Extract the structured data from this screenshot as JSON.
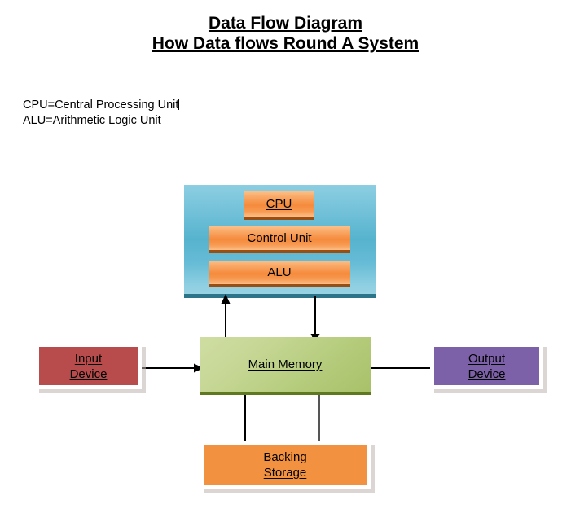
{
  "document": {
    "title_line1": "Data Flow Diagram",
    "title_line2": "How Data flows Round A System"
  },
  "legend": {
    "line1": "CPU=Central Processing Unit",
    "line2": "ALU=Arithmetic Logic Unit"
  },
  "diagram": {
    "cpu_container": {
      "fill": "#56b3ce",
      "boxes": [
        {
          "label": "CPU",
          "underlined": true
        },
        {
          "label": "Control Unit",
          "underlined": false
        },
        {
          "label": "ALU",
          "underlined": false
        }
      ]
    },
    "nodes": {
      "input_device": {
        "line1": "Input",
        "line2": "Device",
        "fill": "#b84c4c"
      },
      "main_memory": {
        "label": "Main Memory",
        "fill": "#b7cd7f"
      },
      "output_device": {
        "line1": "Output",
        "line2": "Device",
        "fill": "#7d61a8"
      },
      "backing_storage": {
        "line1": "Backing",
        "line2": "Storage",
        "fill": "#f2913f"
      }
    },
    "connectors": [
      {
        "name": "memory-to-cpu",
        "direction": "up",
        "arrowhead": true
      },
      {
        "name": "cpu-to-memory",
        "direction": "down",
        "arrowhead": true
      },
      {
        "name": "input-to-memory",
        "direction": "right",
        "arrowhead": true
      },
      {
        "name": "memory-to-output",
        "direction": "right",
        "arrowhead": true
      },
      {
        "name": "memory-to-backing-left",
        "direction": "down",
        "arrowhead": false
      },
      {
        "name": "memory-to-backing-right",
        "direction": "down",
        "arrowhead": false
      }
    ]
  }
}
